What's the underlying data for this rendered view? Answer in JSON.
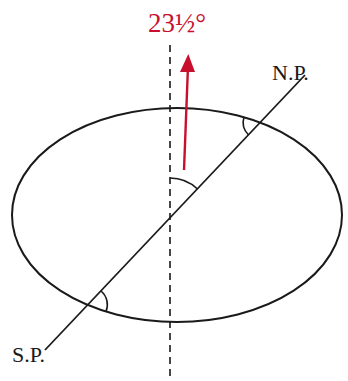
{
  "diagram": {
    "labels": [
      "23½°",
      "N.P.",
      "S.P."
    ]
  }
}
